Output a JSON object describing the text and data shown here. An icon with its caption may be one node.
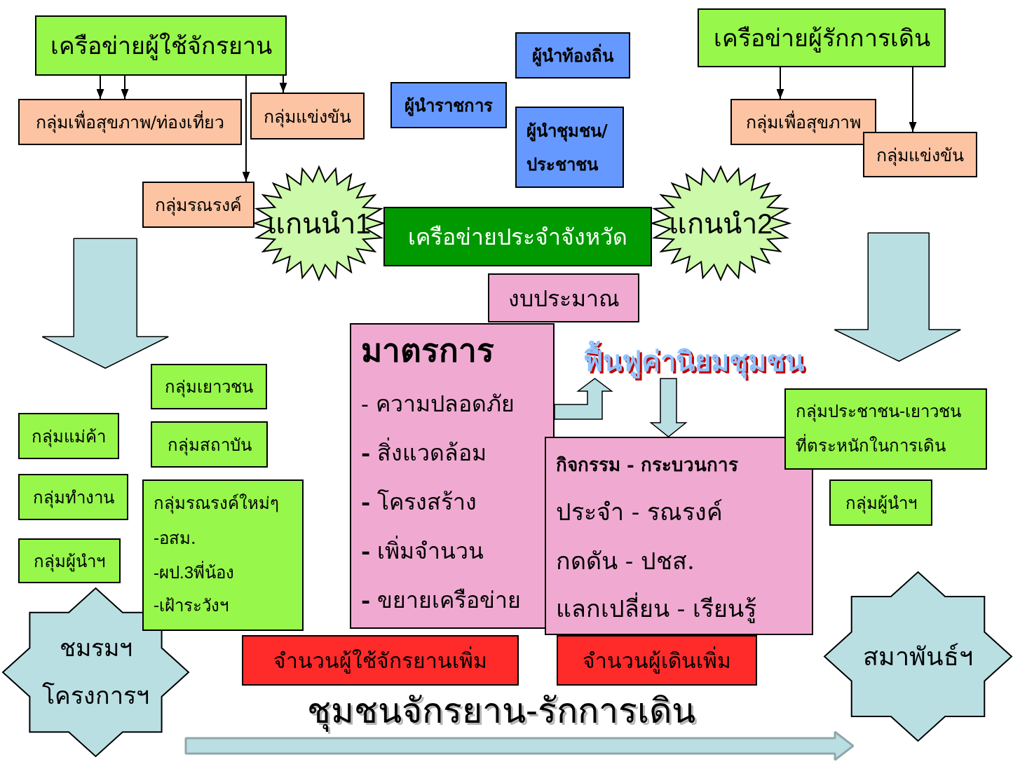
{
  "diagram": {
    "nodes": [
      {
        "text": [
          "เครือข่ายผู้ใช้จักรยาน"
        ]
      },
      {
        "text": [
          "กลุ่มเพื่อสุขภาพ/ท่องเที่ยว"
        ]
      },
      {
        "text": [
          "กลุ่มแข่งขัน"
        ]
      },
      {
        "text": [
          "กลุ่มรณรงค์"
        ]
      },
      {
        "text": [
          "ผู้นำท้องถิ่น"
        ]
      },
      {
        "text": [
          "ผู้นำราชการ"
        ]
      },
      {
        "text": [
          "ผู้นำชุมชน/ประชาชน"
        ]
      },
      {
        "text": [
          "เครือข่ายผู้รักการเดิน"
        ]
      },
      {
        "text": [
          "กลุ่มเพื่อสุขภาพ"
        ]
      },
      {
        "text": [
          "กลุ่มแข่งขัน"
        ]
      },
      {
        "text": [
          "แกนนำ1"
        ]
      },
      {
        "text": [
          "เครือข่ายประจำจังหวัด"
        ]
      },
      {
        "text": [
          "แกนนำ2"
        ]
      },
      {
        "text": [
          "งบประมาณ"
        ]
      },
      {
        "text": [
          "มาตรการ",
          "- ความปลอดภัย",
          "**-** สิ่งแวดล้อม",
          "**-** โครงสร้าง",
          "**-** เพิ่มจำนวน",
          "**-** ขยายเครือข่าย"
        ]
      },
      {
        "text": [
          "ฟื้นฟูค่านิยมชุมชน"
        ]
      },
      {
        "text": [
          "กิจกรรม - กระบวนการ",
          "ประจำ - รณรงค์",
          "กดดัน - ปชส.",
          "แลกเปลี่ยน - เรียนรู้"
        ]
      },
      {
        "text": [
          "กลุ่มเยาวชน"
        ]
      },
      {
        "text": [
          "กลุ่มแม่ค้า"
        ]
      },
      {
        "text": [
          "กลุ่มสถาบัน"
        ]
      },
      {
        "text": [
          "กลุ่มทำงาน"
        ]
      },
      {
        "text": [
          "กลุ่มรณรงค์ใหม่ๆ",
          "-อสม.",
          "-ผป.3พี่น้อง",
          "-เฝ้าระวังฯ"
        ]
      },
      {
        "text": [
          "กลุ่มผู้นำฯ"
        ]
      },
      {
        "text": [
          "ชมรมฯ",
          "โครงการฯ"
        ]
      },
      {
        "text": [
          "กลุ่มประชาชน-เยาวชนที่ตระหนักในการเดิน"
        ]
      },
      {
        "text": [
          "กลุ่มผู้นำฯ"
        ]
      },
      {
        "text": [
          "สมาพันธ์ฯ"
        ]
      },
      {
        "text": [
          "จำนวนผู้ใช้จักรยานเพิ่ม"
        ]
      },
      {
        "text": [
          "จำนวนผู้เดินเพิ่ม"
        ]
      }
    ],
    "edges": [
      {
        "from": 0,
        "to": 1,
        "arrow": "to"
      },
      {
        "from": 0,
        "to": 2,
        "arrow": "to"
      },
      {
        "from": 0,
        "to": 3,
        "arrow": "to"
      },
      {
        "from": 0,
        "to": 1,
        "arrow": "to"
      },
      {
        "from": 7,
        "to": 8,
        "arrow": "to"
      },
      {
        "from": 7,
        "to": 9,
        "arrow": "to"
      },
      {
        "from": 14,
        "to": 15,
        "arrow": "to",
        "style": "thick",
        "color": "#b9dfe3"
      },
      {
        "from": 15,
        "to": 16,
        "arrow": "to",
        "style": "thick",
        "color": "#b9dfe3"
      }
    ],
    "labels": [
      "ชุมชนจักรยาน-รักการเดิน"
    ]
  }
}
